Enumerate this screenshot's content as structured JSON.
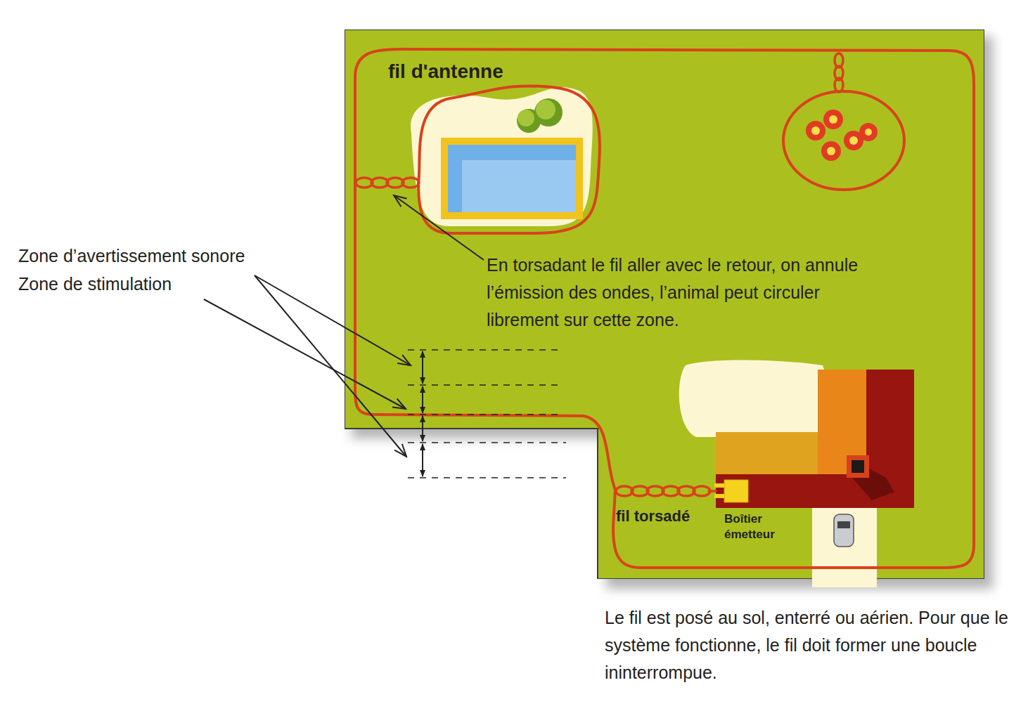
{
  "diagram": {
    "nodes": [
      {
        "text": [
          "fil d'antenne",
          "En torsadant le fil aller avec le retour, on annule l’émission des ondes, l’animal peut circuler librement sur cette zone.",
          "fil torsadé",
          "Boîtier émetteur"
        ]
      }
    ],
    "labels": [
      "Zone d’avertissement sonore",
      "Zone de stimulation",
      "Le fil est posé au sol, enterré ou aérien. Pour que le système fonctionne, le fil doit former une boucle ininterrompue."
    ]
  }
}
